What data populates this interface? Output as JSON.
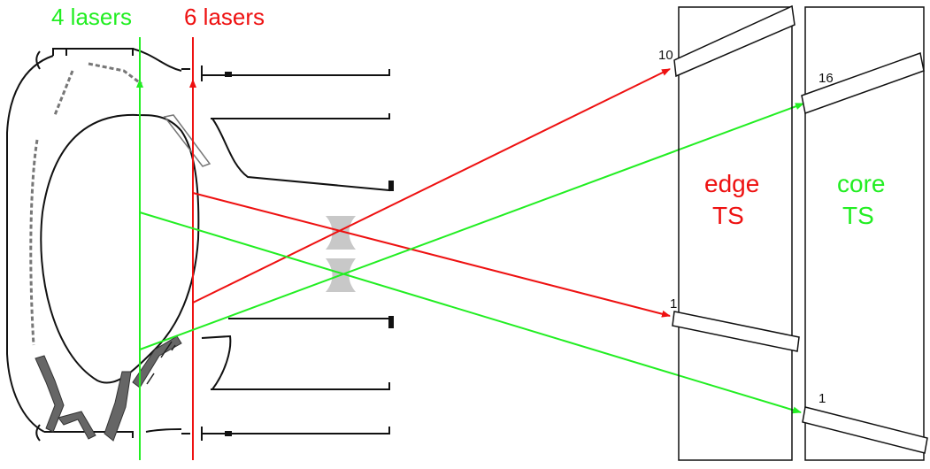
{
  "labels": {
    "lasers_core": "4 lasers",
    "lasers_edge": "6 lasers",
    "edge_title": "edge",
    "edge_sub": "TS",
    "core_title": "core",
    "core_sub": "TS",
    "edge_top_num": "10",
    "edge_bottom_num": "1",
    "core_top_num": "16",
    "core_bottom_num": "1"
  },
  "colors": {
    "core": "#22ee22",
    "edge": "#ee1111",
    "outline": "#111111",
    "component": "#666666",
    "focus": "#c8c8c8"
  }
}
